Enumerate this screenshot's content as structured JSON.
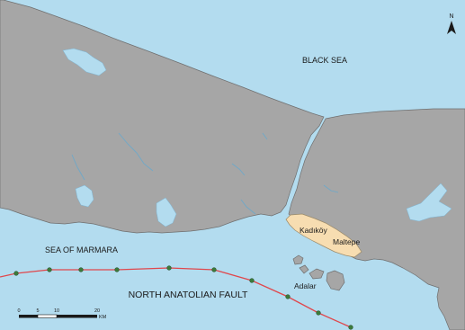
{
  "map": {
    "labels": {
      "black_sea": "BLACK SEA",
      "sea_of_marmara": "SEA OF MARMARA",
      "fault": "NORTH ANATOLIAN FAULT",
      "kadikoy": "Kadıköy",
      "maltepe": "Maltepe",
      "adalar": "Adalar"
    },
    "north_arrow": {
      "letter": "N"
    },
    "scale_bar": {
      "ticks": [
        "0",
        "5",
        "10",
        "20"
      ],
      "unit": "KM"
    },
    "colors": {
      "sea": "#b3dcef",
      "land": "#a6a6a6",
      "coast": "#6f6f6f",
      "district": "#f7ddb1",
      "fault_line": "#e0474c",
      "fault_marker": "#3b7a3b"
    }
  }
}
